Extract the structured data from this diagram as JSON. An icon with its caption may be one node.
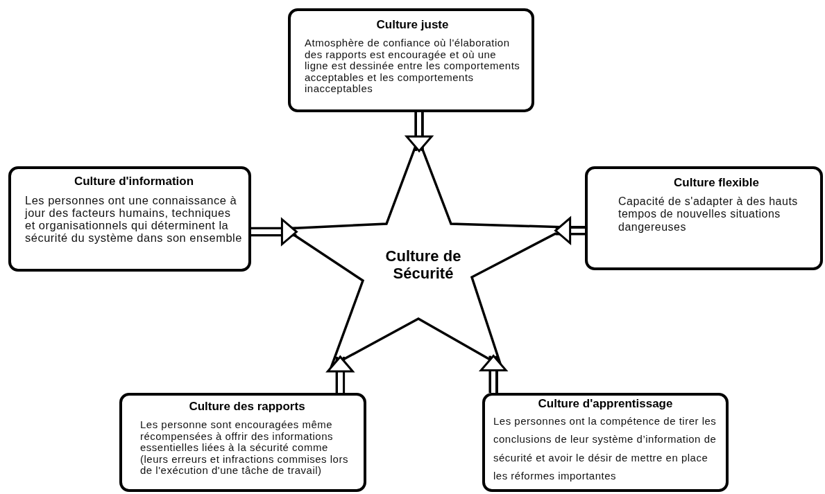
{
  "diagram": {
    "nodes": [
      {
        "text": [
          "Culture juste",
          "Atmosphère de confiance où l'élaboration des rapports est encouragée et où une ligne est dessinée entre les comportements acceptables et les comportements inacceptables"
        ]
      },
      {
        "text": [
          "Culture d'information",
          "Les personnes ont une connaissance à jour des facteurs humains, techniques et organisationnels qui déterminent la sécurité du système dans son ensemble"
        ]
      },
      {
        "text": [
          "Culture de Sécurité"
        ]
      },
      {
        "text": [
          "Culture flexible",
          "Capacité de s'adapter à des hauts tempos de nouvelles situations dangereuses"
        ]
      },
      {
        "text": [
          "Culture des rapports",
          "Les personne sont encouragées même récompensées à offrir des informations essentielles liées à la sécurité comme (leurs erreurs et infractions commises lors de l'exécution d'une tâche de travail)"
        ]
      },
      {
        "text": [
          "Culture d'apprentissage",
          "Les personnes ont la compétence de tirer les conclusions de leur système d’information de sécurité et avoir le désir de mettre en place les réformes importantes"
        ]
      }
    ],
    "edges": [
      {
        "from": 0,
        "to": 2,
        "arrow": "to"
      },
      {
        "from": 1,
        "to": 2,
        "arrow": "to"
      },
      {
        "from": 3,
        "to": 2,
        "arrow": "to"
      },
      {
        "from": 4,
        "to": 2,
        "arrow": "to"
      },
      {
        "from": 5,
        "to": 2,
        "arrow": "to"
      }
    ]
  }
}
